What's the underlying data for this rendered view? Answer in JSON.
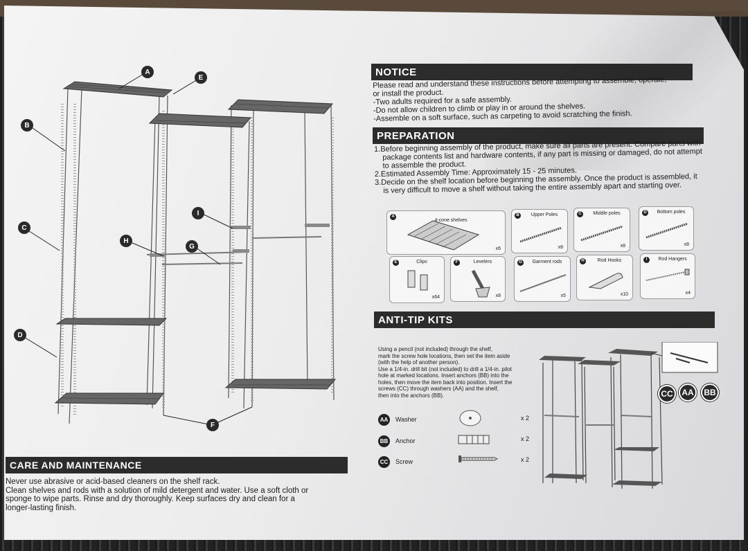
{
  "notice": {
    "title": "NOTICE",
    "lines": [
      "Please read and understand these instructions before attempting to assemble, operate,",
      "or install the product.",
      "-Two adults required for a safe assembly.",
      "-Do not allow children to climb or play in or around the shelves.",
      "-Assemble on a soft surface, such as carpeting to avoid scratching the finish."
    ]
  },
  "preparation": {
    "title": "PREPARATION",
    "items": [
      "1.Before beginning assembly of the product, make sure all parts are present. Compare parts with package contents list and hardware contents, if any part is missing or damaged, do not attempt to assemble the product.",
      "2.Estimated Assembly Time: Approximately 15 - 25 minutes.",
      "3.Decide on the shelf location before beginning the assembly. Once the product is assembled, it is very difficult to move a shelf without taking the entire assembly apart and starting over."
    ]
  },
  "parts": [
    {
      "letter": "A",
      "name": "4-cone shelves",
      "qty": "x6"
    },
    {
      "letter": "B",
      "name": "Upper Poles",
      "qty": "x8"
    },
    {
      "letter": "C",
      "name": "Middle poles",
      "qty": "x8"
    },
    {
      "letter": "D",
      "name": "Bottom poles",
      "qty": "x8"
    },
    {
      "letter": "E",
      "name": "Clips",
      "qty": "x64"
    },
    {
      "letter": "F",
      "name": "Levelers",
      "qty": "x8"
    },
    {
      "letter": "G",
      "name": "Garment rods",
      "qty": "x5"
    },
    {
      "letter": "H",
      "name": "Rod Hooks",
      "qty": "x10"
    },
    {
      "letter": "I",
      "name": "Rod Hangers",
      "qty": "x4"
    }
  ],
  "anti_tip": {
    "title": "ANTI-TIP KITS",
    "instructions": [
      "Using a pencil (not included) through the shelf,",
      "mark the screw hole locations, then set the item aside",
      "(with the help of another person).",
      "Use a 1/4-in. drill bit (not included) to drill a 1/4-in. pilot",
      "hole at marked locations. Insert anchors (BB) into the",
      "holes, then move the item back into position. Insert the",
      "screws (CC) through washers (AA) and the shelf,",
      "then into the anchors (BB)."
    ],
    "hardware": [
      {
        "code": "AA",
        "name": "Washer",
        "qty": "x 2"
      },
      {
        "code": "BB",
        "name": "Anchor",
        "qty": "x 2"
      },
      {
        "code": "CC",
        "name": "Screw",
        "qty": "x 2"
      }
    ],
    "tags": [
      "CC",
      "AA",
      "BB"
    ]
  },
  "care": {
    "title": "CARE AND MAINTENANCE",
    "lines": [
      "Never use abrasive or acid-based cleaners on the shelf rack.",
      "Clean shelves and rods with a solution of mild detergent and water. Use a soft cloth or",
      "sponge to wipe parts. Rinse and dry thoroughly. Keep surfaces dry and clean for a",
      "longer-lasting finish."
    ]
  },
  "diagram_labels": [
    "A",
    "E",
    "B",
    "C",
    "H",
    "G",
    "I",
    "D",
    "F"
  ]
}
